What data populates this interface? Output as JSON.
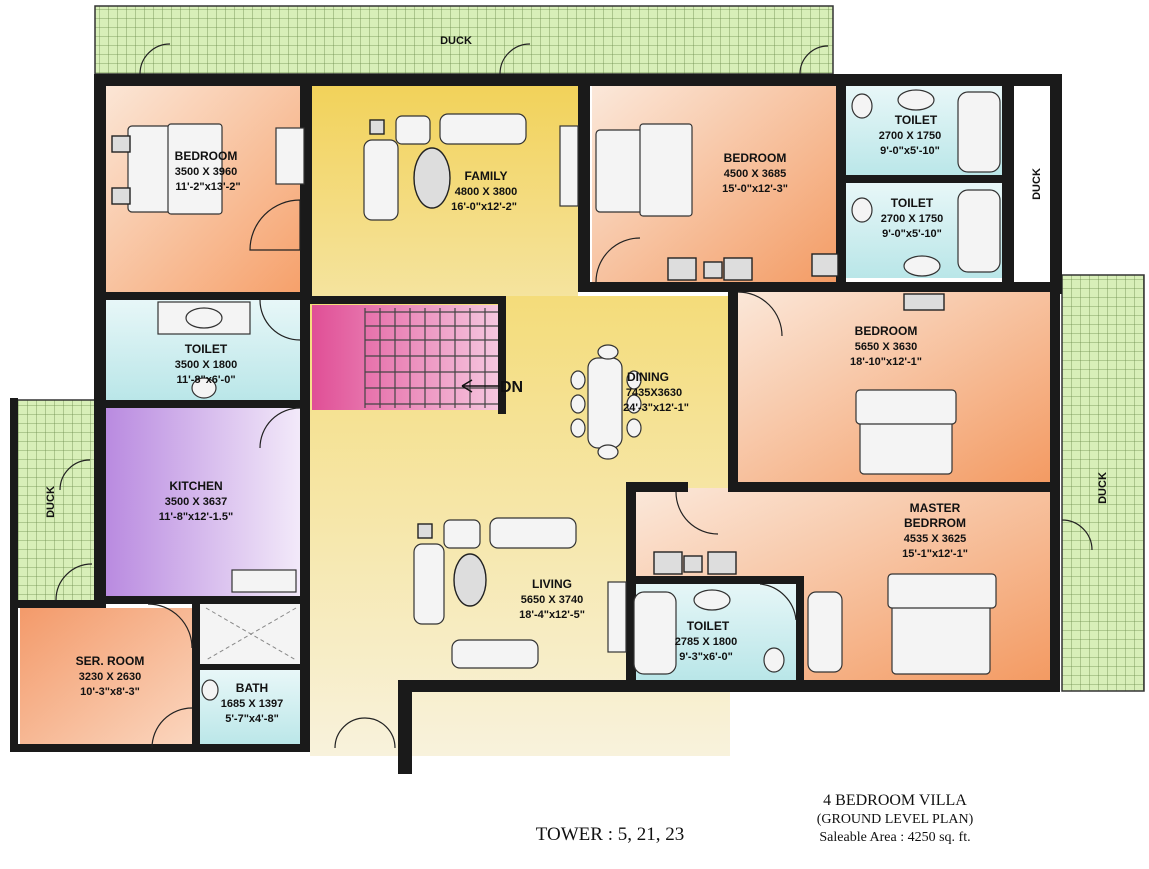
{
  "colors": {
    "balcony": "#d8efb8",
    "bedroom_warm": "#f7b48a",
    "family_yellow": "#f2d86a",
    "dining_cream": "#f5f0b8",
    "toilet_cyan": "#cdeff0",
    "kitchen_purple": "#c89ae8",
    "stair_pink": "#e86aa8",
    "wall": "#1a1a1a"
  },
  "ducks": {
    "top": "DUCK",
    "right_top": "DUCK",
    "right_mid": "DUCK",
    "left": "DUCK"
  },
  "rooms": {
    "bedroom1": {
      "name": "BEDROOM",
      "dim_mm": "3500 X 3960",
      "dim_ft": "11'-2\"x13'-2\""
    },
    "family": {
      "name": "FAMILY",
      "dim_mm": "4800 X 3800",
      "dim_ft": "16'-0\"x12'-2\""
    },
    "bedroom2": {
      "name": "BEDROOM",
      "dim_mm": "4500 X 3685",
      "dim_ft": "15'-0\"x12'-3\""
    },
    "toilet_a": {
      "name": "TOILET",
      "dim_mm": "2700 X 1750",
      "dim_ft": "9'-0\"x5'-10\""
    },
    "toilet_b": {
      "name": "TOILET",
      "dim_mm": "2700 X 1750",
      "dim_ft": "9'-0\"x5'-10\""
    },
    "toilet_left": {
      "name": "TOILET",
      "dim_mm": "3500 X 1800",
      "dim_ft": "11'-8\"x6'-0\""
    },
    "dining": {
      "name": "DINING",
      "dim_mm": "7435X3630",
      "dim_ft": "24'-3\"x12'-1\""
    },
    "bedroom3": {
      "name": "BEDROOM",
      "dim_mm": "5650 X 3630",
      "dim_ft": "18'-10\"x12'-1\""
    },
    "kitchen": {
      "name": "KITCHEN",
      "dim_mm": "3500 X 3637",
      "dim_ft": "11'-8\"x12'-1.5\""
    },
    "master": {
      "name": "MASTER",
      "name2": "BEDRROM",
      "dim_mm": "4535 X 3625",
      "dim_ft": "15'-1\"x12'-1\""
    },
    "living": {
      "name": "LIVING",
      "dim_mm": "5650 X 3740",
      "dim_ft": "18'-4\"x12'-5\""
    },
    "toilet_master": {
      "name": "TOILET",
      "dim_mm": "2785 X 1800",
      "dim_ft": "9'-3\"x6'-0\""
    },
    "servant": {
      "name": "SER. ROOM",
      "dim_mm": "3230 X 2630",
      "dim_ft": "10'-3\"x8'-3\""
    },
    "bath": {
      "name": "BATH",
      "dim_mm": "1685 X 1397",
      "dim_ft": "5'-7\"x4'-8\""
    }
  },
  "stairs_label": "DN",
  "footer": {
    "tower": "TOWER : 5, 21, 23",
    "villa": "4 BEDROOM VILLA",
    "level": "(GROUND LEVEL PLAN)",
    "area": "Saleable Area : 4250 sq. ft."
  }
}
